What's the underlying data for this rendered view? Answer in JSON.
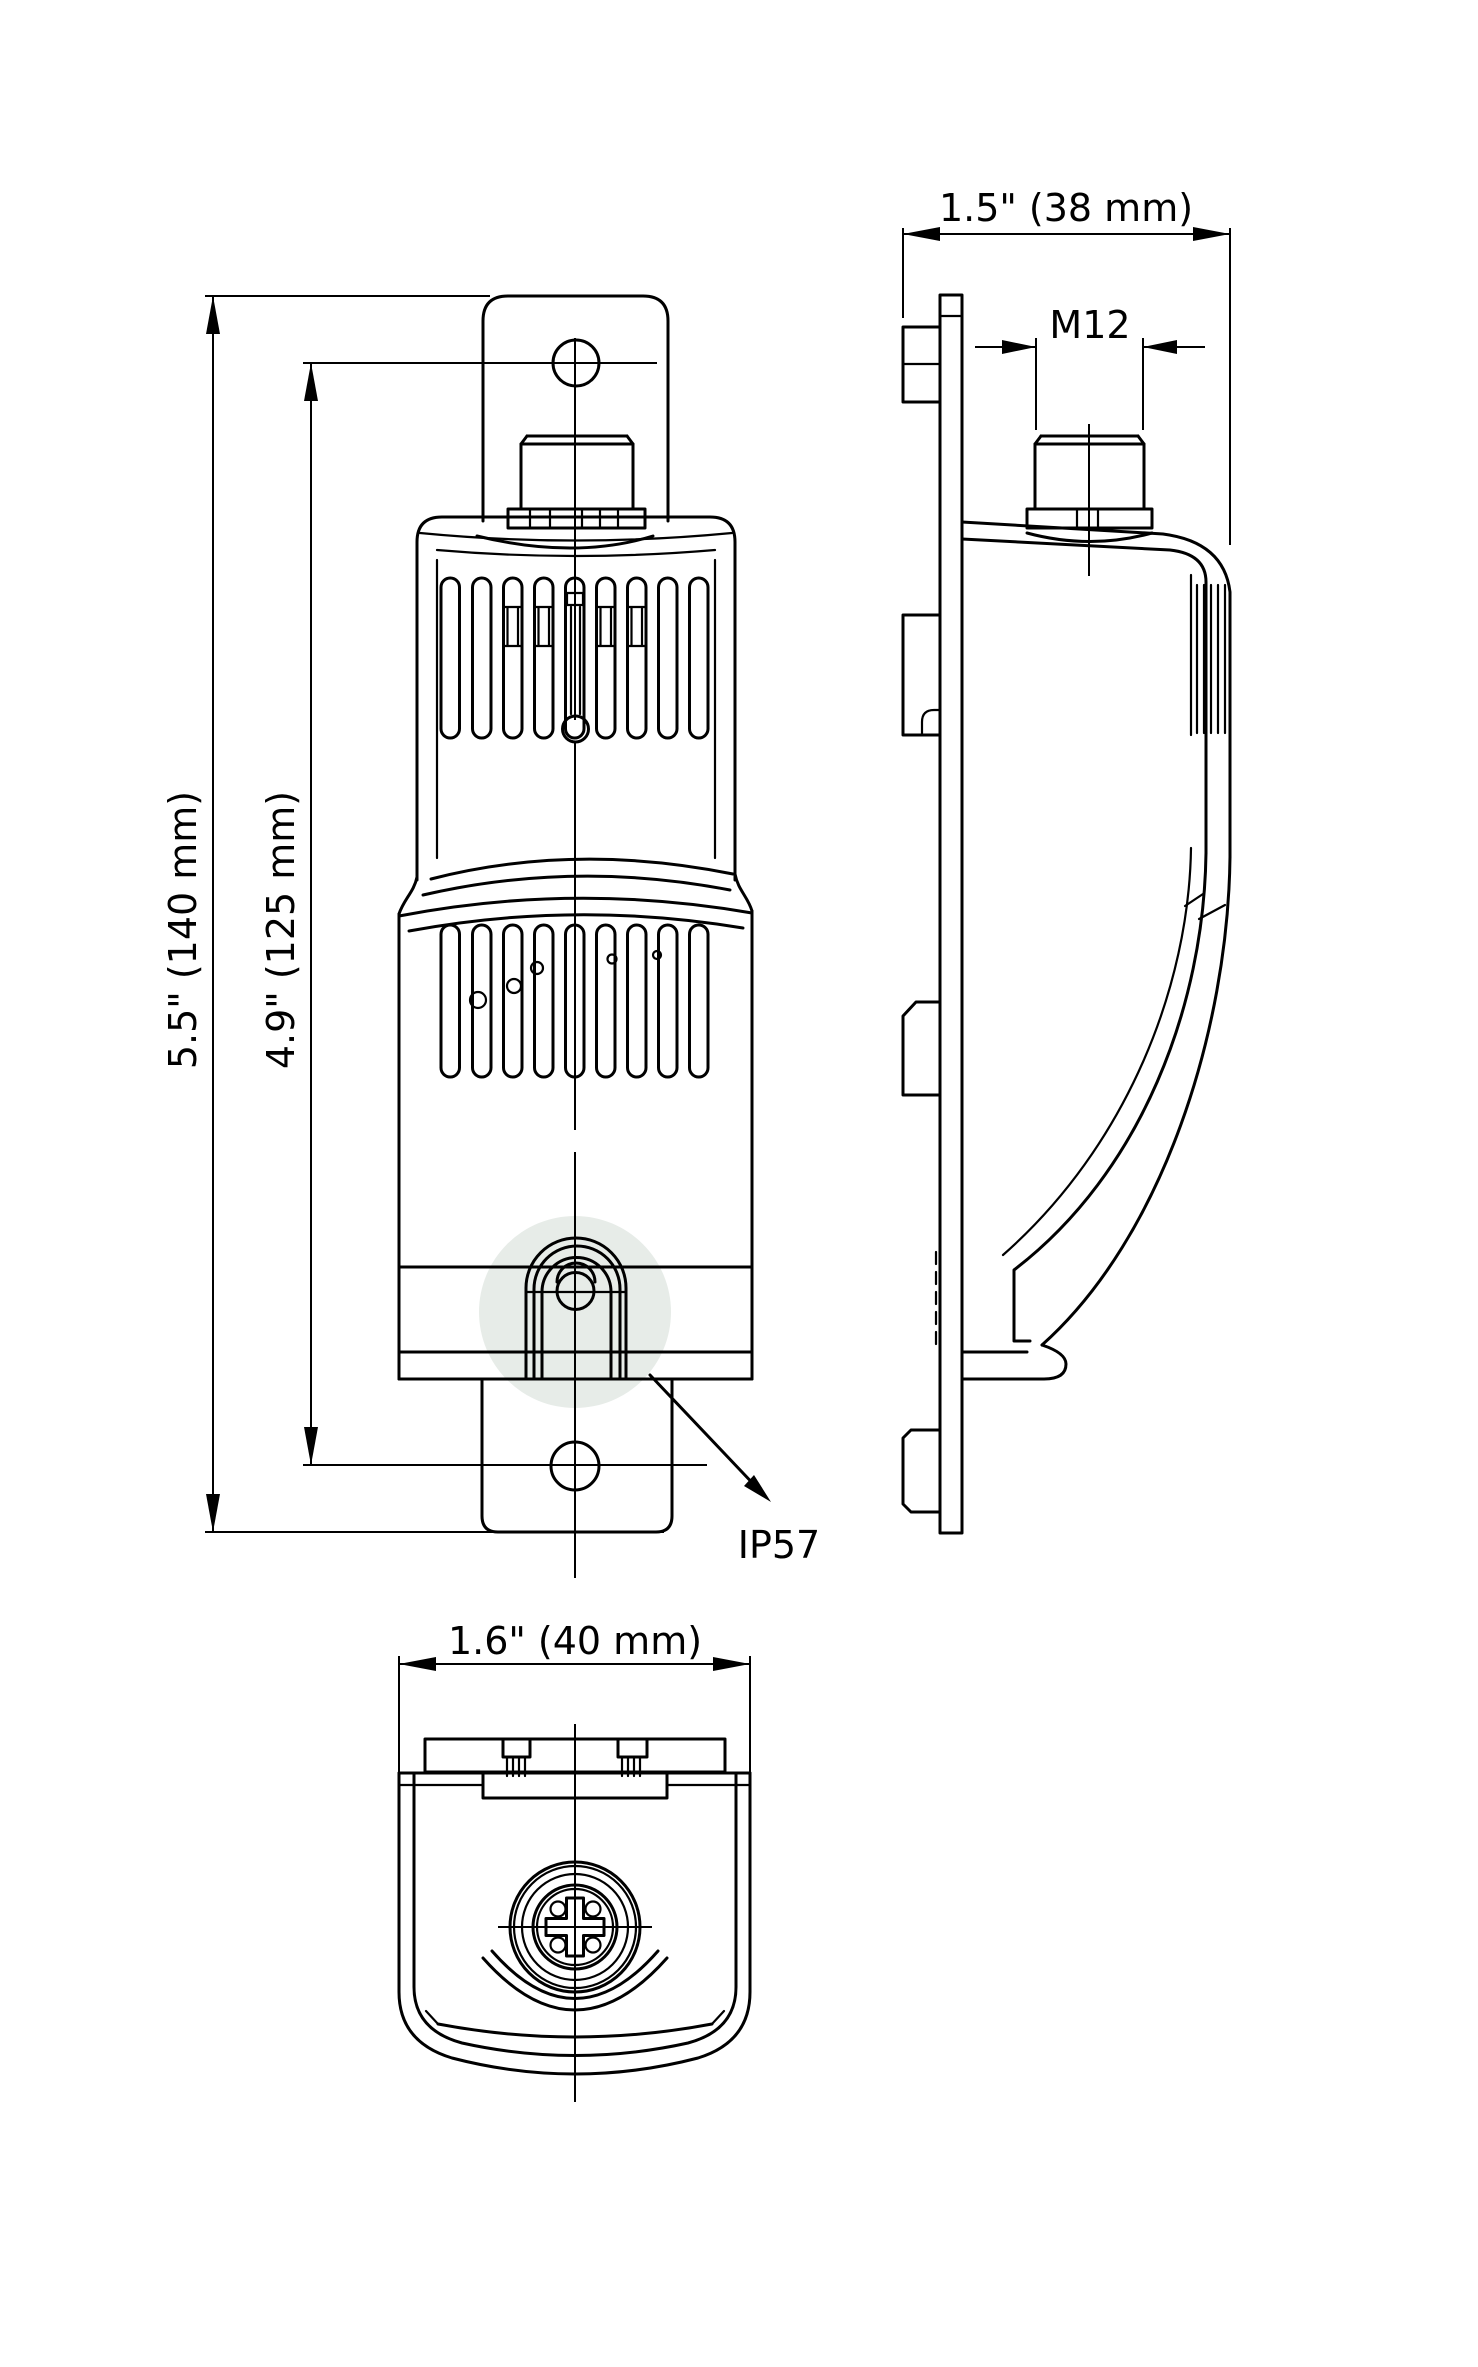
{
  "drawing": {
    "kind": "technical-dimension-drawing",
    "dimensions": {
      "height_overall": "5.5\" (140 mm)",
      "height_holes": "4.9\" (125 mm)",
      "depth": "1.5\" (38 mm)",
      "thread": "M12",
      "width": "1.6\" (40 mm)",
      "rating": "IP57"
    },
    "colors": {
      "line": "#000000",
      "highlight": "#e7ece8",
      "background": "#ffffff"
    }
  }
}
